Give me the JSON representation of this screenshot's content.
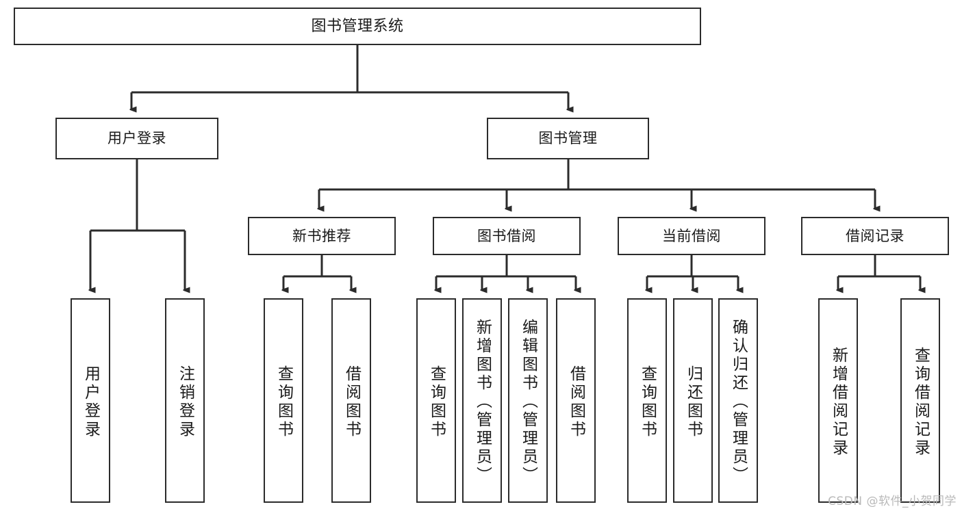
{
  "diagram": {
    "type": "tree-hierarchy",
    "title": "图书管理系统",
    "watermark": "CSDN @软件_小贺同学",
    "colors": {
      "stroke": "#2b2b2b",
      "fill": "#ffffff",
      "text": "#1a1a1a",
      "watermark": "#b9b9b9"
    },
    "nodes": {
      "root": {
        "label": "图书管理系统",
        "level": 0
      },
      "level1": [
        {
          "id": "user-login",
          "label": "用户登录"
        },
        {
          "id": "book-manage",
          "label": "图书管理"
        }
      ],
      "level2": [
        {
          "id": "new-book-recommend",
          "label": "新书推荐",
          "parent": "book-manage"
        },
        {
          "id": "book-borrow",
          "label": "图书借阅",
          "parent": "book-manage"
        },
        {
          "id": "current-borrow",
          "label": "当前借阅",
          "parent": "book-manage"
        },
        {
          "id": "borrow-record",
          "label": "借阅记录",
          "parent": "book-manage"
        }
      ],
      "leaves": [
        {
          "id": "leaf-user-login",
          "label": "用户登录",
          "parent": "user-login"
        },
        {
          "id": "leaf-logout",
          "label": "注销登录",
          "parent": "user-login"
        },
        {
          "id": "leaf-query-book-1",
          "label": "查询图书",
          "parent": "new-book-recommend"
        },
        {
          "id": "leaf-borrow-book-1",
          "label": "借阅图书",
          "parent": "new-book-recommend"
        },
        {
          "id": "leaf-query-book-2",
          "label": "查询图书",
          "parent": "book-borrow"
        },
        {
          "id": "leaf-add-book",
          "label": "新增图书（管理员）",
          "parent": "book-borrow"
        },
        {
          "id": "leaf-edit-book",
          "label": "编辑图书（管理员）",
          "parent": "book-borrow"
        },
        {
          "id": "leaf-borrow-book-2",
          "label": "借阅图书",
          "parent": "book-borrow"
        },
        {
          "id": "leaf-query-book-3",
          "label": "查询图书",
          "parent": "current-borrow"
        },
        {
          "id": "leaf-return-book",
          "label": "归还图书",
          "parent": "current-borrow"
        },
        {
          "id": "leaf-confirm-return",
          "label": "确认归还（管理员）",
          "parent": "current-borrow"
        },
        {
          "id": "leaf-add-record",
          "label": "新增借阅记录",
          "parent": "borrow-record"
        },
        {
          "id": "leaf-query-record",
          "label": "查询借阅记录",
          "parent": "borrow-record"
        }
      ]
    }
  }
}
